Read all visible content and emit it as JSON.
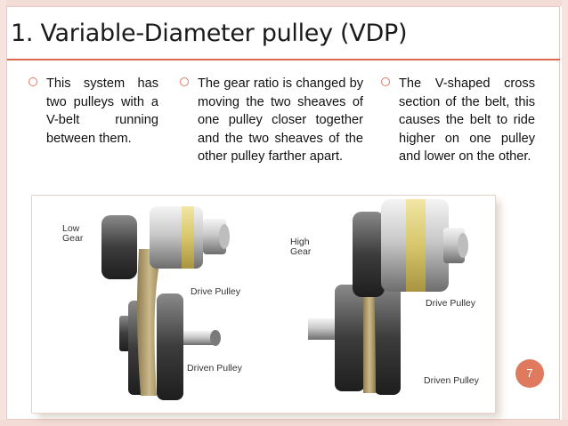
{
  "slide": {
    "title": "1. Variable-Diameter pulley (VDP)",
    "bullets": [
      "This system has two pulleys with a V-belt running between them.",
      "The gear ratio is changed by moving the two sheaves of one pulley closer together and the two sheaves of the other pulley farther apart.",
      "The V-shaped cross section of the belt, this causes the belt to ride higher on one pulley and lower on the other."
    ],
    "page_number": "7"
  },
  "figure": {
    "low_gear_label": [
      "Low",
      "Gear"
    ],
    "high_gear_label": [
      "High",
      "Gear"
    ],
    "left_drive_label": "Drive Pulley",
    "left_driven_label": "Driven Pulley",
    "right_drive_label": "Drive Pulley",
    "right_driven_label": "Driven Pulley"
  },
  "colors": {
    "accent": "#e07a5f",
    "rule": "#d96a4e",
    "belt": "#b8a57a",
    "pulley_band": "#d7c66c"
  }
}
